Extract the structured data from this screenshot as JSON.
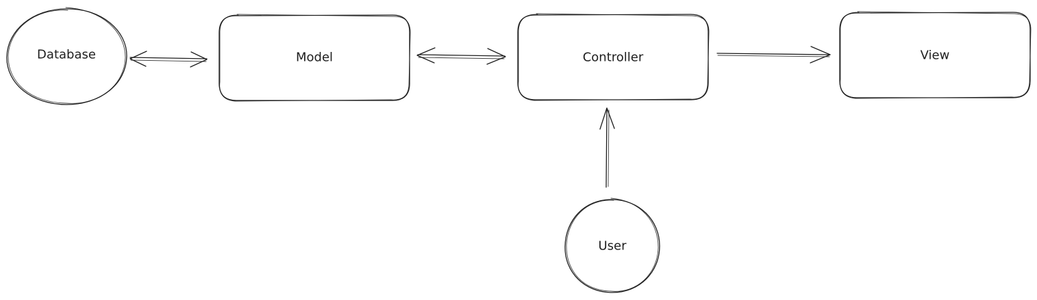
{
  "nodes": {
    "database": {
      "label": "Database",
      "shape": "ellipse"
    },
    "model": {
      "label": "Model",
      "shape": "rounded-rect"
    },
    "controller": {
      "label": "Controller",
      "shape": "rounded-rect"
    },
    "view": {
      "label": "View",
      "shape": "rounded-rect"
    },
    "user": {
      "label": "User",
      "shape": "ellipse"
    }
  },
  "edges": [
    {
      "from": "database",
      "to": "model",
      "direction": "both"
    },
    {
      "from": "model",
      "to": "controller",
      "direction": "both"
    },
    {
      "from": "controller",
      "to": "view",
      "direction": "forward"
    },
    {
      "from": "user",
      "to": "controller",
      "direction": "forward"
    }
  ],
  "colors": {
    "stroke": "#1e1e1e",
    "background": "#ffffff"
  }
}
